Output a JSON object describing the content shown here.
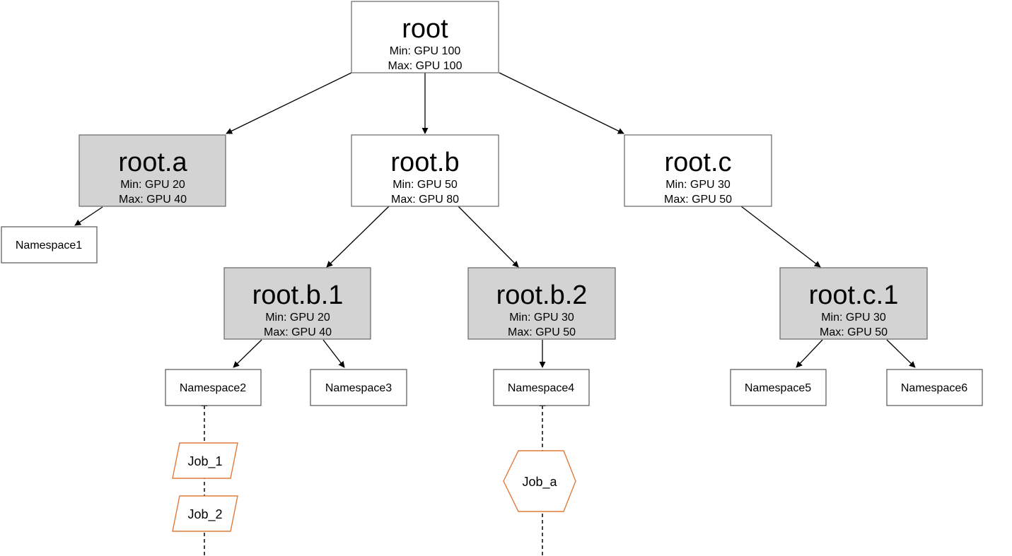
{
  "queues": {
    "root": {
      "name": "root",
      "min": "Min: GPU 100",
      "max": "Max: GPU 100"
    },
    "root_a": {
      "name": "root.a",
      "min": "Min: GPU 20",
      "max": "Max: GPU 40"
    },
    "root_b": {
      "name": "root.b",
      "min": "Min: GPU 50",
      "max": "Max: GPU 80"
    },
    "root_c": {
      "name": "root.c",
      "min": "Min: GPU 30",
      "max": "Max: GPU 50"
    },
    "root_b1": {
      "name": "root.b.1",
      "min": "Min: GPU 20",
      "max": "Max: GPU 40"
    },
    "root_b2": {
      "name": "root.b.2",
      "min": "Min: GPU 30",
      "max": "Max: GPU 50"
    },
    "root_c1": {
      "name": "root.c.1",
      "min": "Min: GPU 30",
      "max": "Max: GPU 50"
    }
  },
  "namespaces": {
    "ns1": "Namespace1",
    "ns2": "Namespace2",
    "ns3": "Namespace3",
    "ns4": "Namespace4",
    "ns5": "Namespace5",
    "ns6": "Namespace6"
  },
  "jobs": {
    "job1": "Job_1",
    "job2": "Job_2",
    "joba": "Job_a"
  },
  "colors": {
    "leaf_queue_fill": "#d3d3d3",
    "queue_fill": "#ffffff",
    "border": "#666666",
    "job_border": "#e07b39",
    "edge": "#000000"
  }
}
